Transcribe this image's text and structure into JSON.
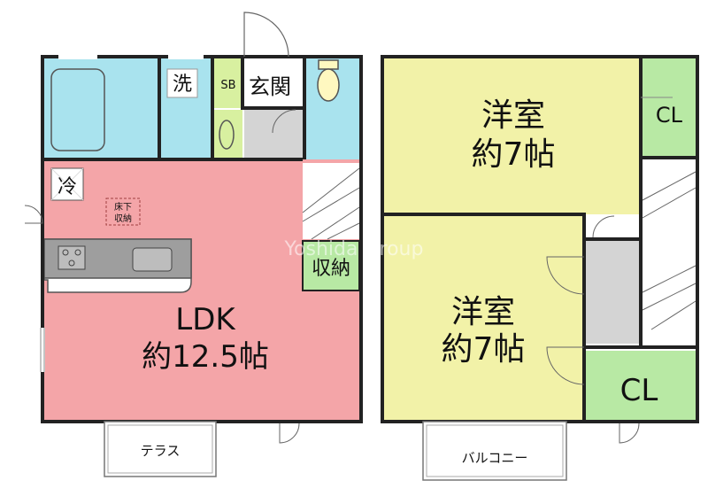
{
  "floor1": {
    "laundry": "洗",
    "shoe_box": "SB",
    "entrance": "玄関",
    "fridge": "冷",
    "underfloor_storage": [
      "床下",
      "収納"
    ],
    "ldk_name": "LDK",
    "ldk_size": "約12.5帖",
    "storage": "収納",
    "terrace": "テラス"
  },
  "floor2": {
    "room_a_name": "洋室",
    "room_a_size": "約7帖",
    "room_b_name": "洋室",
    "room_b_size": "約7帖",
    "closet_a": "CL",
    "closet_b": "CL",
    "balcony": "バルコニー"
  },
  "watermark": "Yoshida Group",
  "colors": {
    "ldk": "#f4a5a8",
    "wet_area": "#a9e3ee",
    "entrance": "#d4d4d4",
    "western_room": "#f2f2a8",
    "closet": "#b8e9a4",
    "storage": "#b8e9a4",
    "shoe_box": "#d8f0a0",
    "wall": "#222222",
    "counter": "#9e9e9e"
  }
}
